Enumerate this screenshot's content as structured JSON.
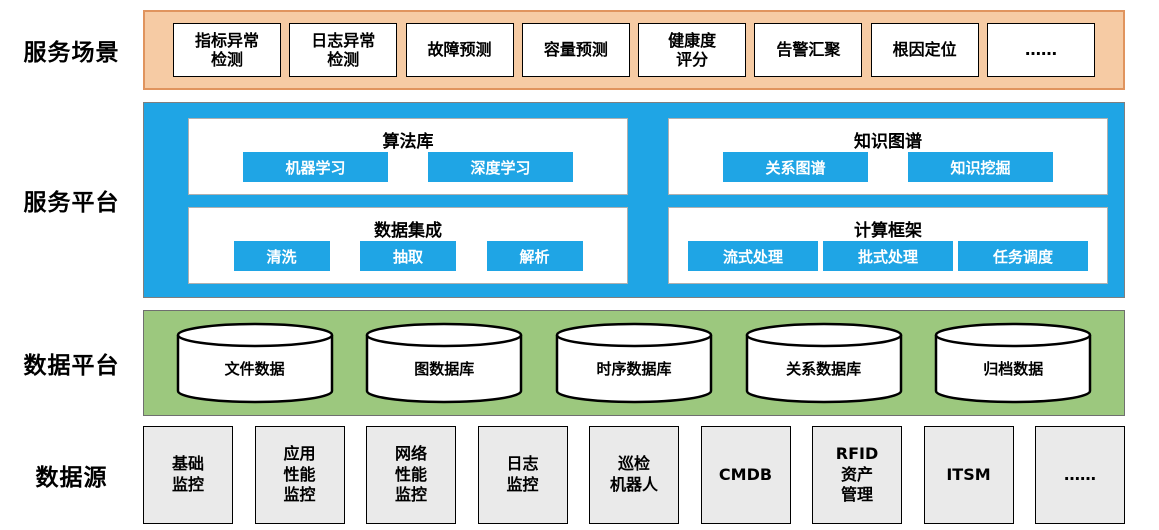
{
  "diagram": {
    "scenarios": {
      "label": "服务场景",
      "items": [
        "指标异常\n检测",
        "日志异常\n检测",
        "故障预测",
        "容量预测",
        "健康度\n评分",
        "告警汇聚",
        "根因定位",
        "……"
      ]
    },
    "platform": {
      "label": "服务平台",
      "panels": [
        {
          "title": "算法库",
          "chips": [
            "机器学习",
            "深度学习"
          ]
        },
        {
          "title": "知识图谱",
          "chips": [
            "关系图谱",
            "知识挖掘"
          ]
        },
        {
          "title": "数据集成",
          "chips": [
            "清洗",
            "抽取",
            "解析"
          ]
        },
        {
          "title": "计算框架",
          "chips": [
            "流式处理",
            "批式处理",
            "任务调度"
          ]
        }
      ]
    },
    "data_platform": {
      "label": "数据平台",
      "databases": [
        "文件数据",
        "图数据库",
        "时序数据库",
        "关系数据库",
        "归档数据"
      ]
    },
    "sources": {
      "label": "数据源",
      "items": [
        "基础\n监控",
        "应用\n性能\n监控",
        "网络\n性能\n监控",
        "日志\n监控",
        "巡检\n机器人",
        "CMDB",
        "RFID\n资产\n管理",
        "ITSM",
        "……"
      ]
    },
    "colors": {
      "scenario_band": "#F6CBA4",
      "scenario_band_border": "#E0945E",
      "platform_band": "#1FA5E5",
      "chip_blue": "#1FA5E5",
      "data_band": "#9CC87E",
      "source_box": "#EAEAEA"
    }
  }
}
